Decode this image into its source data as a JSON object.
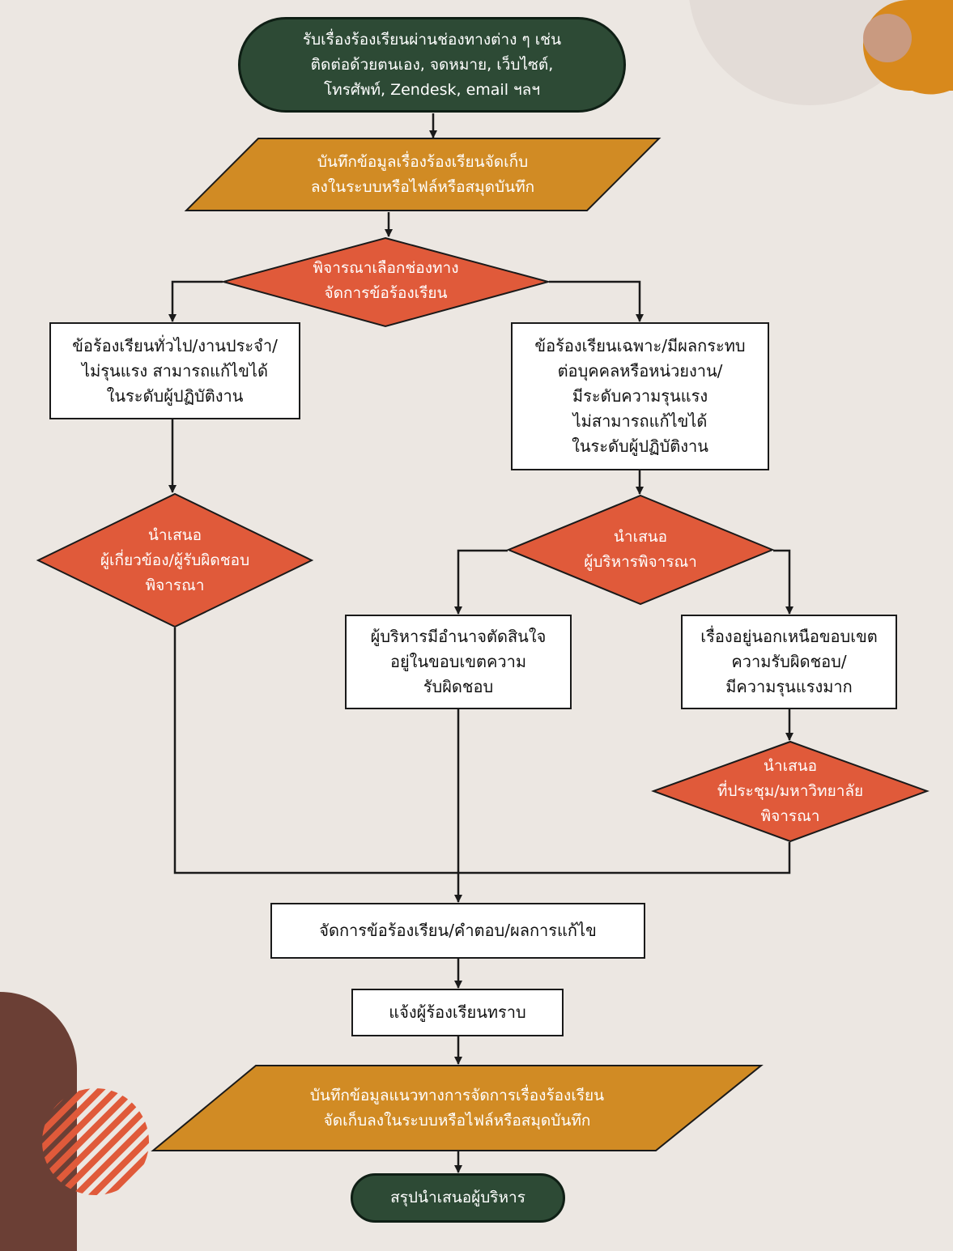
{
  "colors": {
    "background": "#ece7e2",
    "terminal_fill": "#2d4a35",
    "data_fill": "#d18b24",
    "decision_fill": "#e05a3a",
    "process_fill": "#ffffff",
    "line": "#1a1a1a",
    "decor_dark": "#6b3f35",
    "decor_orange": "#d8891c",
    "decor_peach": "#c99a80"
  },
  "nodes": {
    "start": "รับเรื่องร้องเรียนผ่านช่องทางต่าง ๆ เช่น\nติดต่อด้วยตนเอง, จดหมาย, เว็บไซต์,\nโทรศัพท์, Zendesk, email ฯลฯ",
    "record_complaint": "บันทึกข้อมูลเรื่องร้องเรียนจัดเก็บ\nลงในระบบหรือไฟล์หรือสมุดบันทึก",
    "choose_channel": "พิจารณาเลือกช่องทาง\nจัดการข้อร้องเรียน",
    "general_complaint": "ข้อร้องเรียนทั่วไป/งานประจำ/\nไม่รุนแรง สามารถแก้ไขได้\nในระดับผู้ปฏิบัติงาน",
    "specific_complaint": "ข้อร้องเรียนเฉพาะ/มีผลกระทบ\nต่อบุคคลหรือหน่วยงาน/\nมีระดับความรุนแรง\nไม่สามารถแก้ไขได้\nในระดับผู้ปฏิบัติงาน",
    "present_responsible": "นำเสนอ\nผู้เกี่ยวข้อง/ผู้รับผิดชอบ\nพิจารณา",
    "present_executive": "นำเสนอ\nผู้บริหารพิจารณา",
    "executive_authority": "ผู้บริหารมีอำนาจตัดสินใจ\nอยู่ในขอบเขตความ\nรับผิดชอบ",
    "beyond_scope": "เรื่องอยู่นอกเหนือขอบเขต\nความรับผิดชอบ/\nมีความรุนแรงมาก",
    "present_meeting": "นำเสนอ\nที่ประชุม/มหาวิทยาลัย\nพิจารณา",
    "handle_complaint": "จัดการข้อร้องเรียน/คำตอบ/ผลการแก้ไข",
    "notify_complainant": "แจ้งผู้ร้องเรียนทราบ",
    "record_guideline": "บันทึกข้อมูลแนวทางการจัดการเรื่องร้องเรียน\nจัดเก็บลงในระบบหรือไฟล์หรือสมุดบันทึก",
    "end": "สรุปนำเสนอผู้บริหาร"
  }
}
